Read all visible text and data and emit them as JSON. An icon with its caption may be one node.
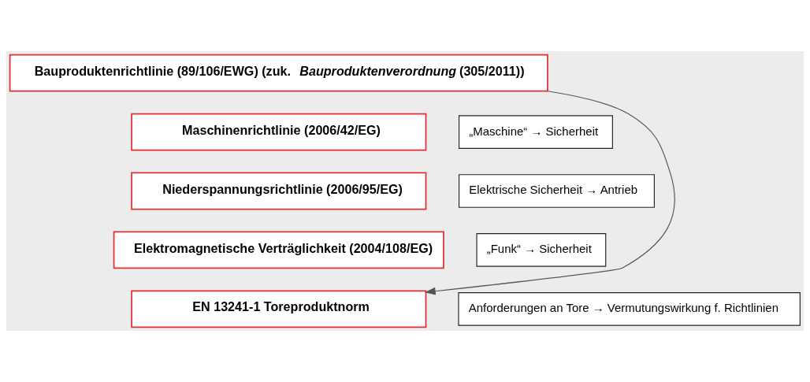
{
  "diagram": {
    "nodes": [
      {
        "text": [
          "Bauproduktenrichtlinie (89/106/EWG) (zuk. *Bauproduktenverordnung* (305/2011))"
        ]
      },
      {
        "text": [
          "Maschinenrichtlinie (2006/42/EG)"
        ]
      },
      {
        "text": [
          "„Maschine“ → Sicherheit"
        ]
      },
      {
        "text": [
          "Niederspannungsrichtlinie (2006/95/EG)"
        ]
      },
      {
        "text": [
          "Elektrische Sicherheit → Antrieb"
        ]
      },
      {
        "text": [
          "Elektromagnetische Verträglichkeit (2004/108/EG)"
        ]
      },
      {
        "text": [
          "„Funk“ → Sicherheit"
        ]
      },
      {
        "text": [
          "EN 13241-1 Toreproduktnorm"
        ]
      },
      {
        "text": [
          "Anforderungen an Tore → Vermutungswirkung f. Richtlinien"
        ]
      }
    ],
    "edges": [
      {
        "from": 0,
        "to": 7,
        "arrow": "to"
      }
    ]
  }
}
